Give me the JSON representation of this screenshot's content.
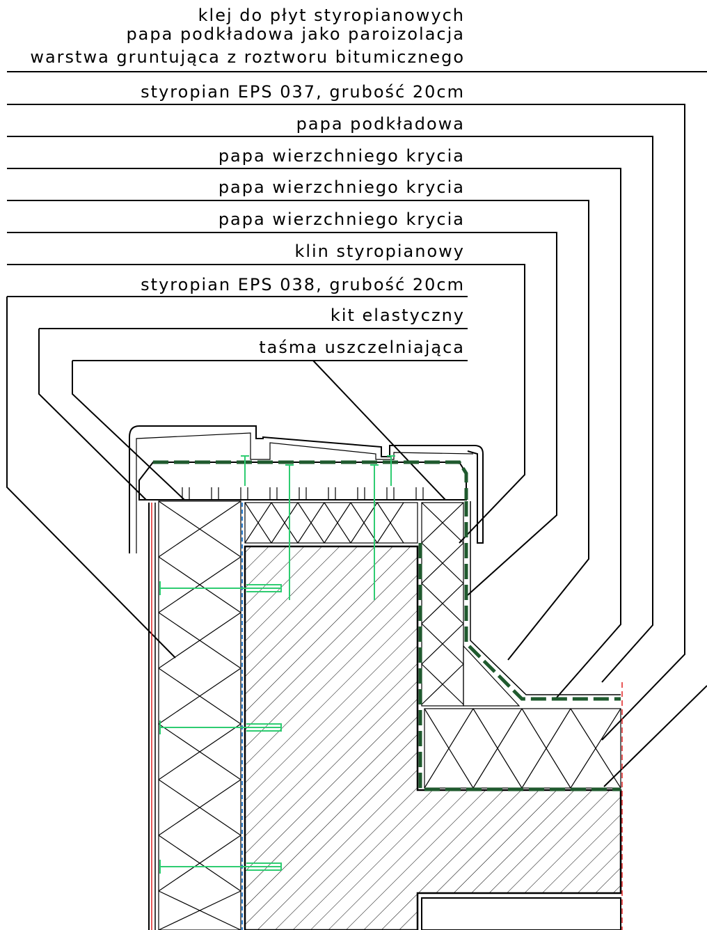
{
  "labels": [
    "klej do płyt styropianowych",
    "papa podkładowa jako paroizolacja",
    "warstwa gruntująca z roztworu bitumicznego",
    "styropian EPS 037, grubość 20cm",
    "papa podkładowa",
    "papa wierzchniego krycia",
    "papa wierzchniego krycia",
    "papa wierzchniego krycia",
    "klin styropianowy",
    "styropian EPS 038, grubość 20cm",
    "kit elastyczny",
    "taśma uszczelniająca"
  ],
  "colors": {
    "lines": "#000000",
    "membrane": "#1f5a2e",
    "fasteners": "#2ecc71",
    "axis": "#e02020",
    "sealant": "#2a7fd4"
  }
}
